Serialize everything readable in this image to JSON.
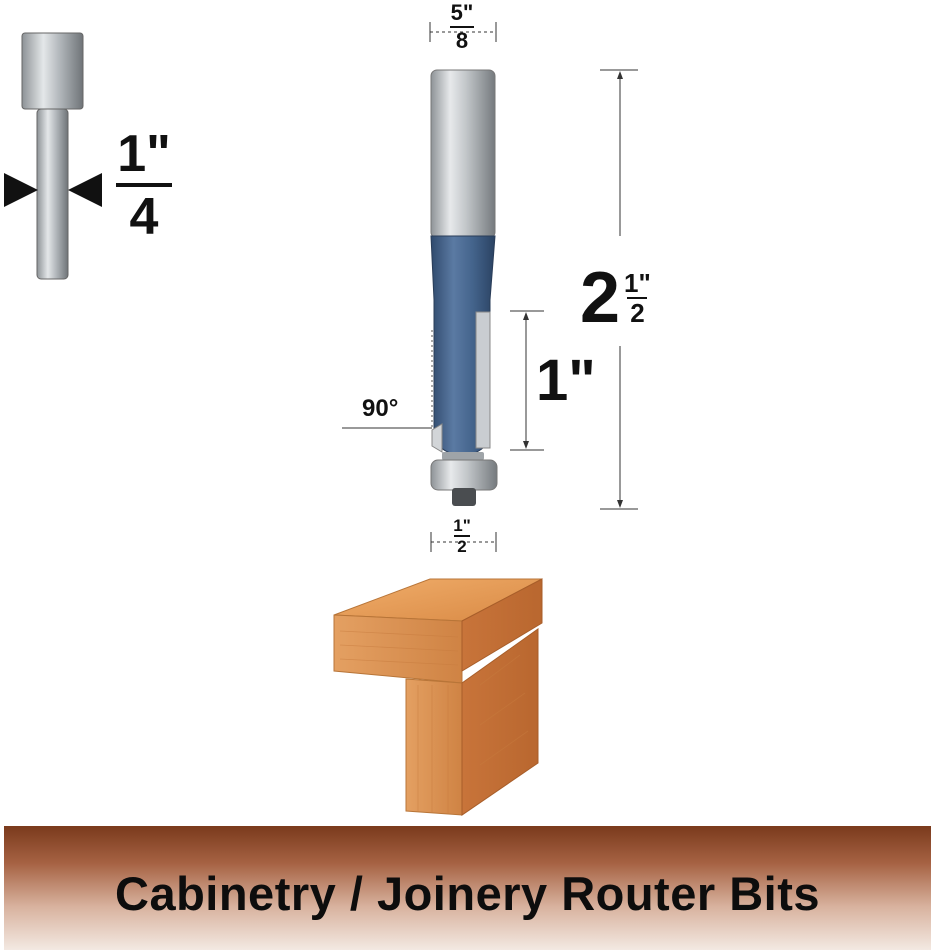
{
  "shank_diameter": {
    "numerator": "1\"",
    "denominator": "4"
  },
  "cutting_diameter": {
    "numerator": "5\"",
    "denominator": "8"
  },
  "overall_length": {
    "whole": "2",
    "numerator": "1\"",
    "denominator": "2"
  },
  "cutting_length": "1\"",
  "angle_label": "90°",
  "bearing_diameter": {
    "numerator": "1\"",
    "denominator": "2"
  },
  "banner_title": "Cabinetry / Joinery Router Bits",
  "colors": {
    "shank": "#b9bdc1",
    "cutter_blue": "#3f5f86",
    "wood": "#d88a48",
    "banner_top": "#7a3a1c"
  }
}
